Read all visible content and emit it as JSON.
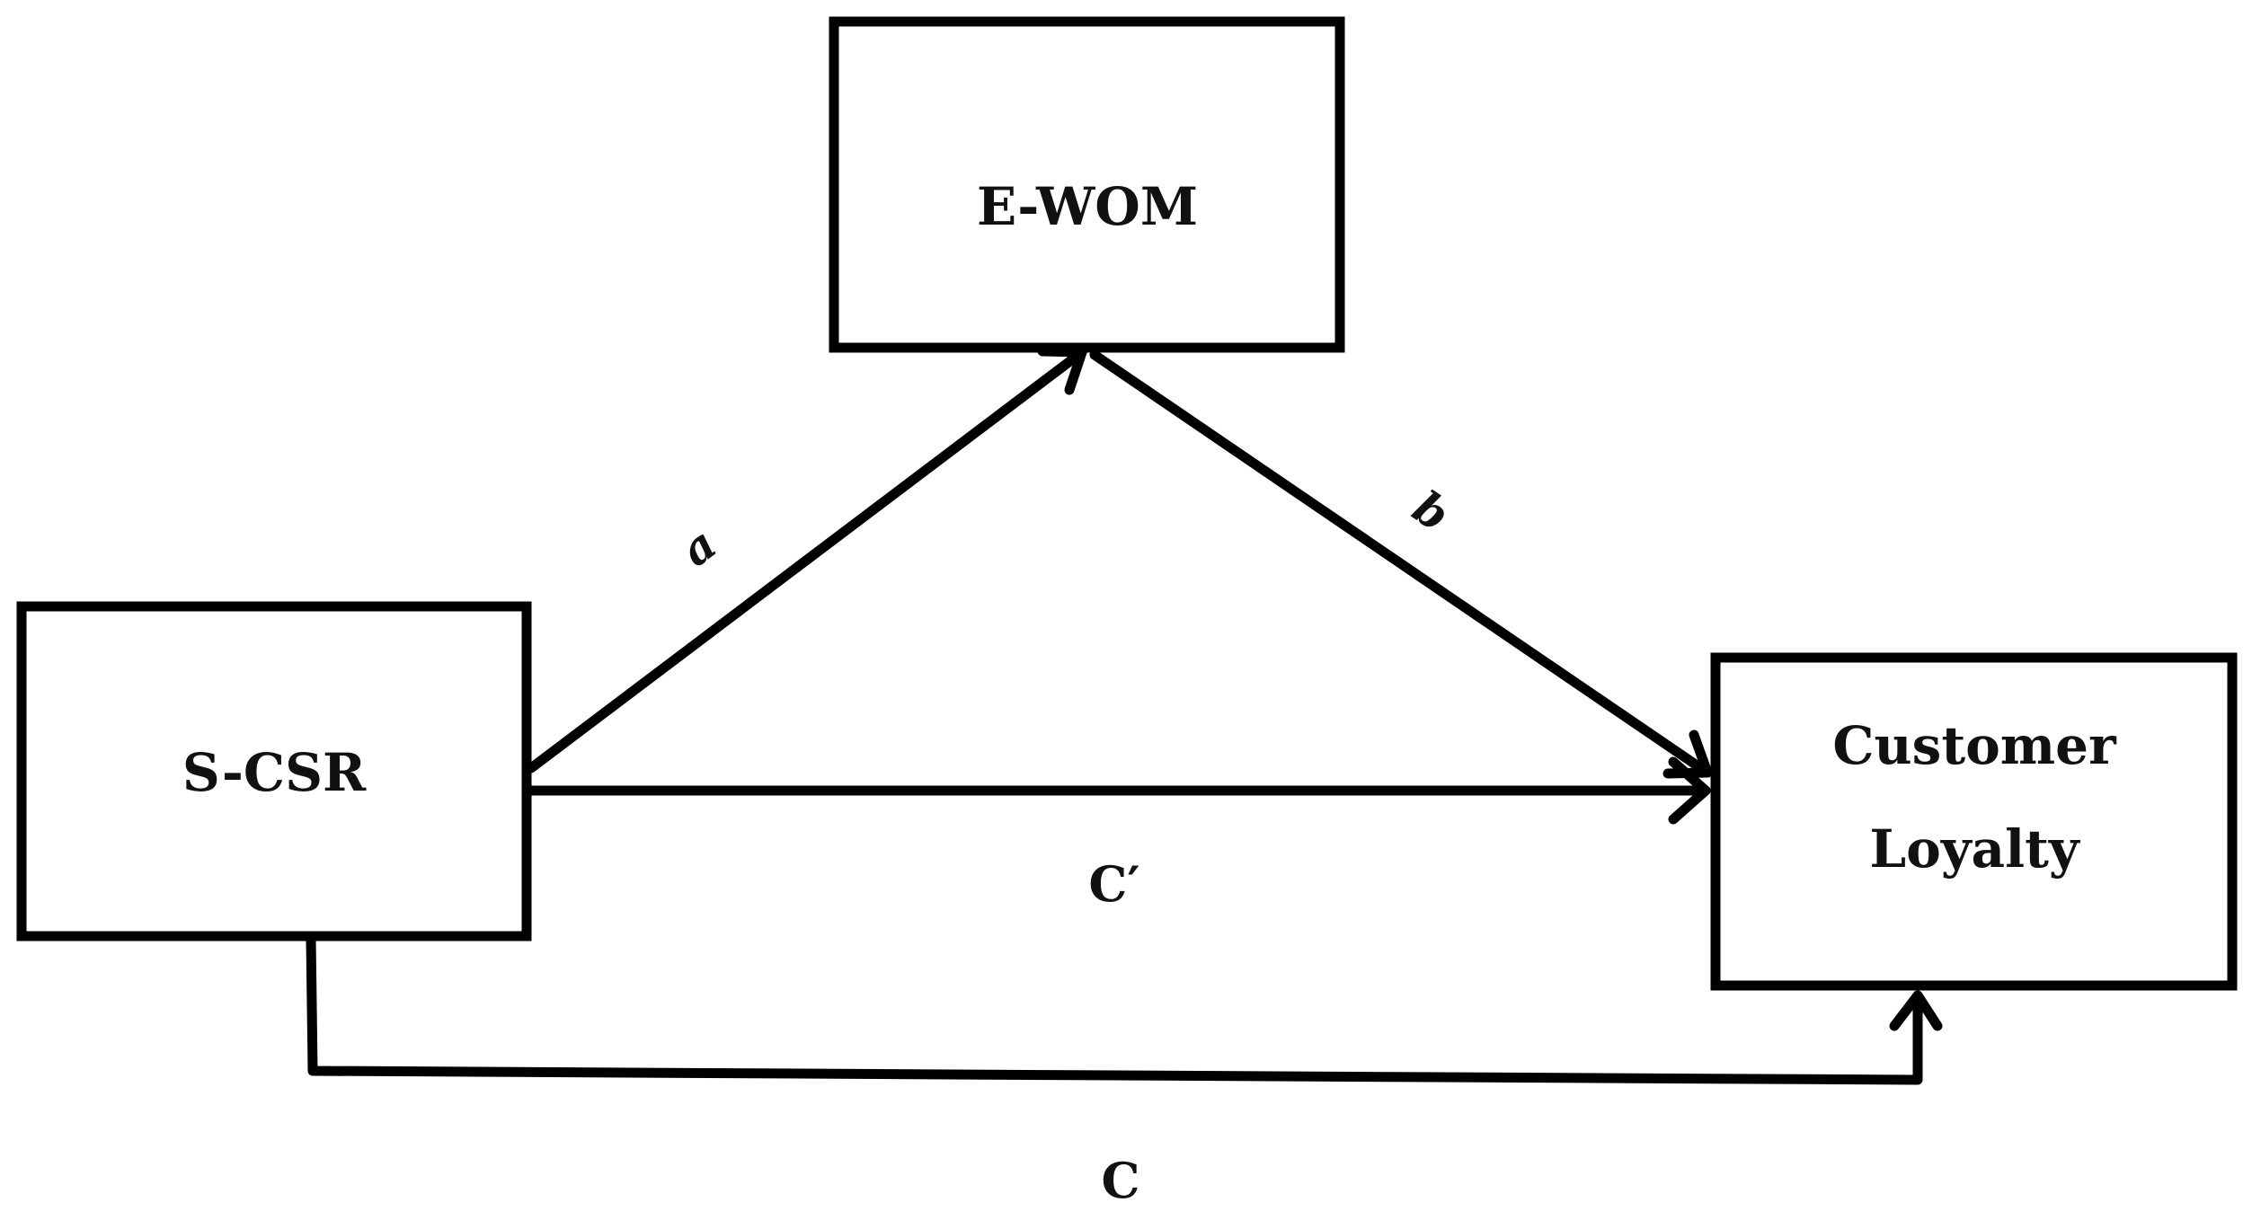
{
  "nodes": {
    "s_csr": {
      "label": "S-CSR"
    },
    "e_wom": {
      "label": "E-WOM"
    },
    "customer_loyalty": {
      "line1": "Customer",
      "line2": "Loyalty"
    }
  },
  "paths": {
    "a": "a",
    "b": "b",
    "c_prime": "C′",
    "c": "C"
  }
}
